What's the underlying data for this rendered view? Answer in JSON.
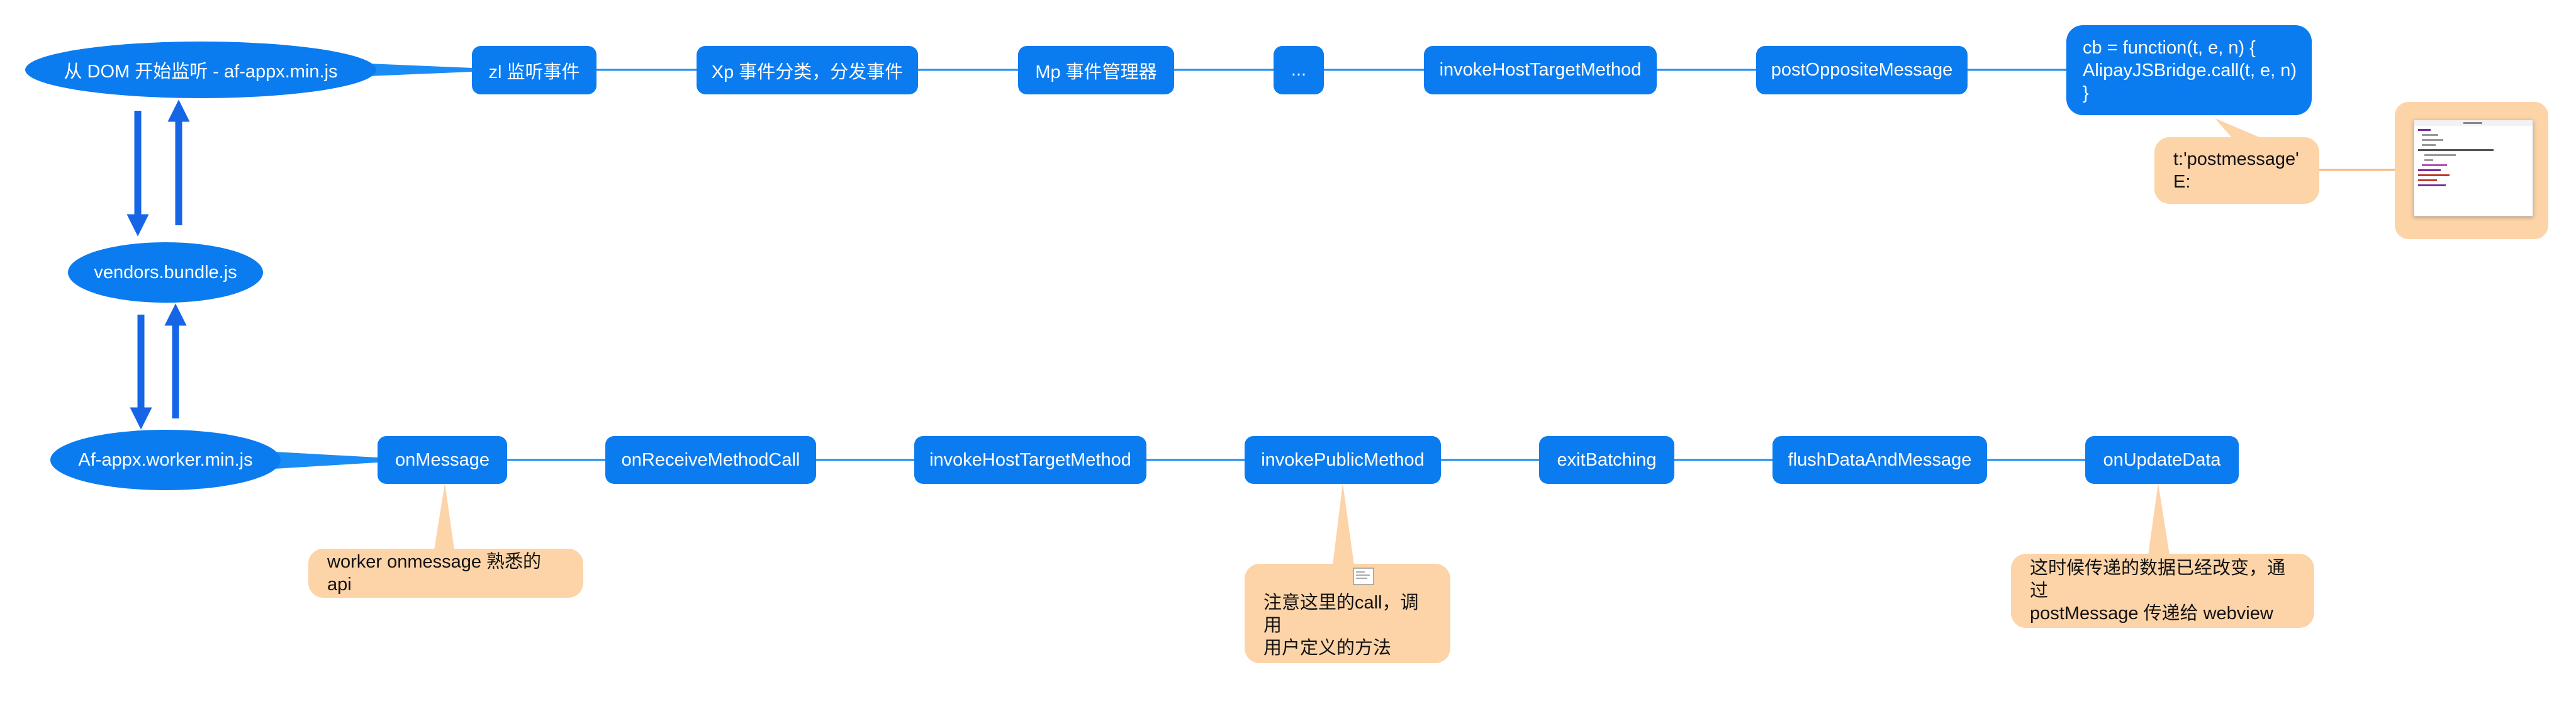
{
  "nodes": {
    "dom_listen": "从 DOM 开始监听 - af-appx.min.js",
    "zl": "zl 监听事件",
    "xp": "Xp 事件分类，分发事件",
    "mp": "Mp 事件管理器",
    "ellipsis": "...",
    "invoke_host_top": "invokeHostTargetMethod",
    "post_opposite": "postOppositeMessage",
    "cb_lines": [
      "cb = function(t, e, n) {",
      "AlipayJSBridge.call(t, e, n)",
      "}"
    ],
    "vendors": "vendors.bundle.js",
    "worker": "Af-appx.worker.min.js",
    "on_message": "onMessage",
    "on_receive": "onReceiveMethodCall",
    "invoke_host_bottom": "invokeHostTargetMethod",
    "invoke_public": "invokePublicMethod",
    "exit_batching": "exitBatching",
    "flush": "flushDataAndMessage",
    "on_update": "onUpdateData"
  },
  "callouts": {
    "postmessage_lines": [
      "t:'postmessage'",
      "E:"
    ],
    "worker_onmessage": "worker onmessage 熟悉的 api",
    "call_note_lines": [
      "注意这里的call，调用",
      "用户定义的方法"
    ],
    "update_note_lines": [
      "这时候传递的数据已经改变，通过",
      "postMessage 传递给 webview"
    ]
  },
  "colors": {
    "node": "#0a7cf0",
    "link": "#1a8cf5",
    "arrow": "#1565e6",
    "callout": "#fdd3a8",
    "callout_link": "#fbb57a"
  }
}
